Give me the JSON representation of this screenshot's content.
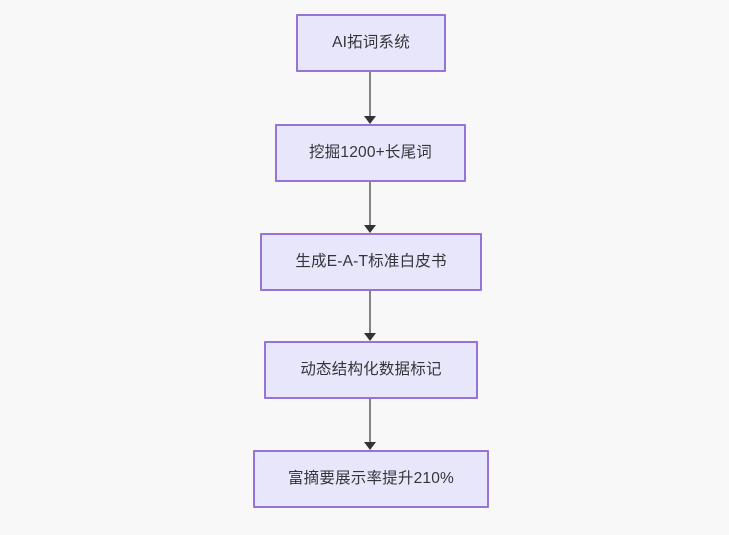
{
  "diagram": {
    "type": "flowchart",
    "direction": "top-to-bottom",
    "background_color": "#f8f8f8",
    "node_fill_color": "#e8e6fb",
    "node_border_color": "#9673d6",
    "node_text_color": "#333639",
    "edge_line_color": "#848484",
    "edge_arrow_color": "#333333",
    "nodes": [
      {
        "id": "node-0",
        "label": "AI拓词系统"
      },
      {
        "id": "node-1",
        "label": "挖掘1200+长尾词"
      },
      {
        "id": "node-2",
        "label": "生成E-A-T标准白皮书"
      },
      {
        "id": "node-3",
        "label": "动态结构化数据标记"
      },
      {
        "id": "node-4",
        "label": "富摘要展示率提升210%"
      }
    ],
    "edges": [
      {
        "id": "edge-0",
        "from": "node-0",
        "to": "node-1",
        "label": ""
      },
      {
        "id": "edge-1",
        "from": "node-1",
        "to": "node-2",
        "label": ""
      },
      {
        "id": "edge-2",
        "from": "node-2",
        "to": "node-3",
        "label": ""
      },
      {
        "id": "edge-3",
        "from": "node-3",
        "to": "node-4",
        "label": ""
      }
    ]
  }
}
